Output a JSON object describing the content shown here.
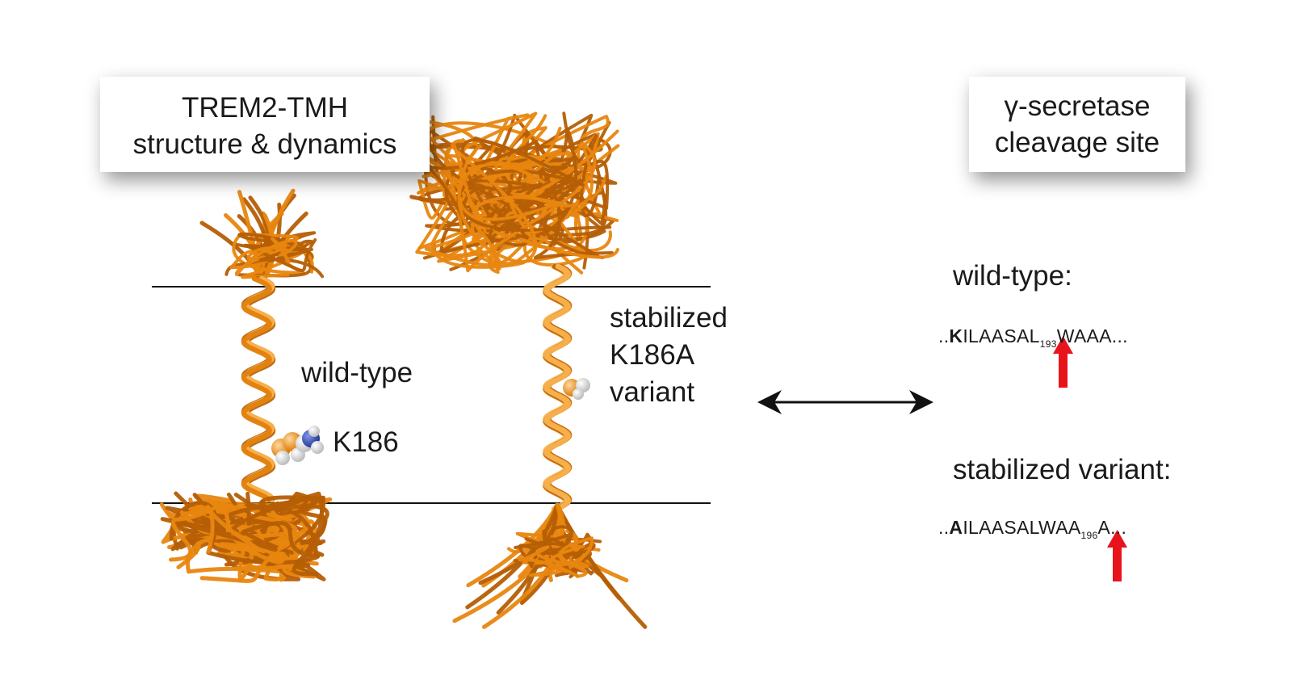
{
  "left_box": {
    "line1": "TREM2-TMH",
    "line2": "structure & dynamics"
  },
  "right_box": {
    "line1": "γ-secretase",
    "line2": "cleavage site"
  },
  "left_structure": {
    "label": "wild-type",
    "residue_label": "K186"
  },
  "right_structure": {
    "line1": "stabilized",
    "line2": "K186A",
    "line3": "variant"
  },
  "wild_type": {
    "heading": "wild-type:",
    "seq_prefix": "..",
    "seq_bold": "K",
    "seq_main": "ILAASA",
    "seq_residue": "L",
    "seq_sub": "193",
    "seq_tail": "WAAA..."
  },
  "stabilized": {
    "heading": "stabilized variant:",
    "seq_prefix": "..",
    "seq_bold": "A",
    "seq_main": "ILAASALWA",
    "seq_residue": "A",
    "seq_sub": "196",
    "seq_tail": "A..."
  },
  "colors": {
    "ribbon": "#e8860f",
    "ribbon_dark": "#b55e05",
    "ribbon_light": "#f7b451",
    "membrane_line": "#111111",
    "cleavage_arrow": "#e8141c",
    "nitrogen": "#2a3f9a"
  }
}
